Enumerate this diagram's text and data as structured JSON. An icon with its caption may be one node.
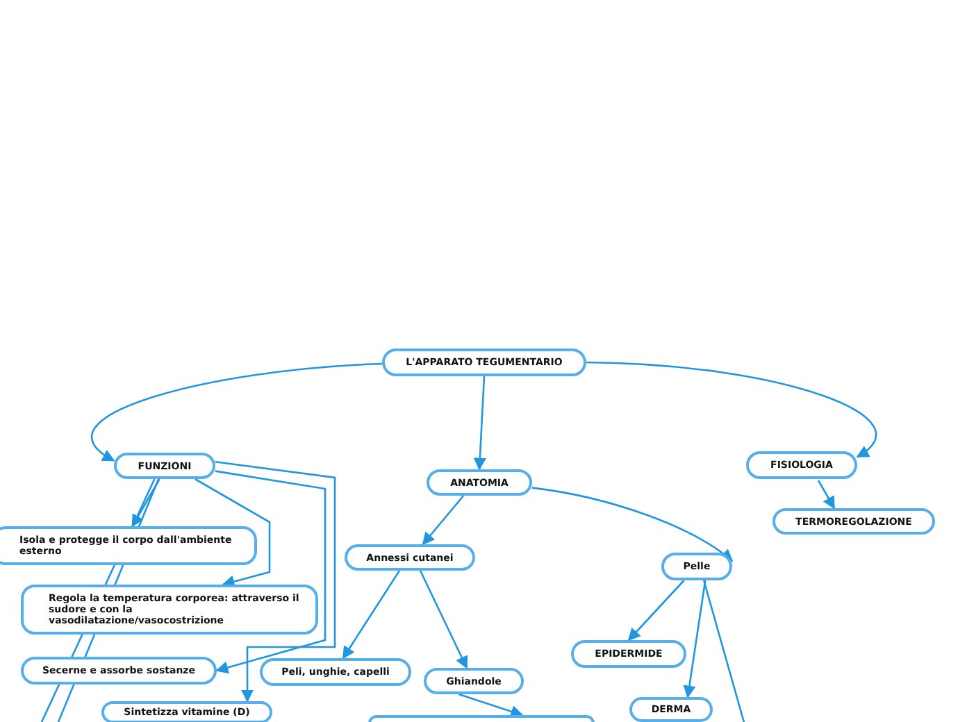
{
  "diagram": {
    "nodes": [
      {
        "text": [
          "L'APPARATO TEGUMENTARIO"
        ]
      },
      {
        "text": [
          "FUNZIONI"
        ]
      },
      {
        "text": [
          "ANATOMIA"
        ]
      },
      {
        "text": [
          "FISIOLOGIA"
        ]
      },
      {
        "text": [
          "TERMOREGOLAZIONE"
        ]
      },
      {
        "text": [
          "Isola e protegge il corpo dall'ambiente esterno"
        ]
      },
      {
        "text": [
          "Regola la temperatura corporea: attraverso il sudore e con la vasodilatazione/vasocostrizione"
        ]
      },
      {
        "text": [
          "Secerne e assorbe sostanze"
        ]
      },
      {
        "text": [
          "Sintetizza vitamine (D)"
        ]
      },
      {
        "text": [
          "Annessi cutanei"
        ]
      },
      {
        "text": [
          "Peli, unghie, capelli"
        ]
      },
      {
        "text": [
          "Ghiandole"
        ]
      },
      {
        "text": [],
        "shape": "box"
      },
      {
        "text": [
          "Pelle"
        ]
      },
      {
        "text": [
          "EPIDERMIDE"
        ]
      },
      {
        "text": [
          "DERMA"
        ]
      }
    ],
    "edges": [
      {
        "from": 0,
        "to": 1,
        "arrow": "to"
      },
      {
        "from": 0,
        "to": 2,
        "arrow": "to"
      },
      {
        "from": 0,
        "to": 3,
        "arrow": "to"
      },
      {
        "from": 3,
        "to": 4,
        "arrow": "to"
      },
      {
        "from": 1,
        "to": 5,
        "arrow": "to"
      },
      {
        "from": 1,
        "to": 6,
        "arrow": "to"
      },
      {
        "from": 1,
        "to": 7,
        "arrow": "to"
      },
      {
        "from": 1,
        "to": 8,
        "arrow": "to"
      },
      {
        "from": 1,
        "to": null,
        "arrow": "none"
      },
      {
        "from": 1,
        "to": null,
        "arrow": "none"
      },
      {
        "from": 2,
        "to": 9,
        "arrow": "to"
      },
      {
        "from": 2,
        "to": 13,
        "arrow": "to"
      },
      {
        "from": 9,
        "to": 10,
        "arrow": "to"
      },
      {
        "from": 9,
        "to": 11,
        "arrow": "to"
      },
      {
        "from": 11,
        "to": 12,
        "arrow": "to"
      },
      {
        "from": 13,
        "to": 14,
        "arrow": "to"
      },
      {
        "from": 13,
        "to": 15,
        "arrow": "to"
      },
      {
        "from": 13,
        "to": null,
        "arrow": "none"
      }
    ]
  }
}
